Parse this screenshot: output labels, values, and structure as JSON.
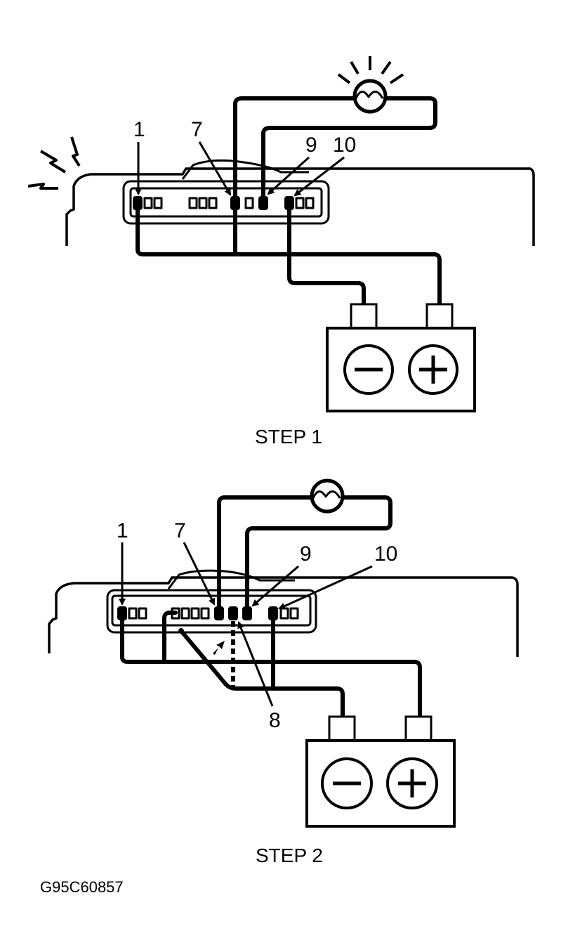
{
  "diagram": {
    "steps": [
      {
        "title": "STEP 1",
        "terminal_labels": [
          "1",
          "7",
          "9",
          "10"
        ],
        "lamp_state": "lit",
        "buzzer_sound": true
      },
      {
        "title": "STEP 2",
        "terminal_labels": [
          "1",
          "7",
          "9",
          "10",
          "8"
        ],
        "lamp_state": "off",
        "buzzer_sound": false
      }
    ],
    "battery": {
      "negative_symbol": "−",
      "positive_symbol": "+"
    },
    "figure_code": "G95C60857"
  }
}
